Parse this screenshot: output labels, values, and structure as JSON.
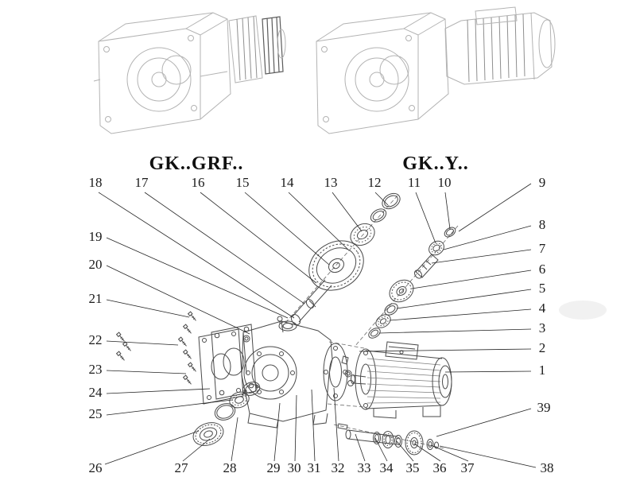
{
  "palette": {
    "background": "#ffffff",
    "drawing_line": "#b3b3b3",
    "part_line": "#4a4a4a",
    "label_color": "#1a1a1a"
  },
  "headings": {
    "left_model": "GK..GRF..",
    "right_model": "GK..Y.."
  },
  "callouts": {
    "top": [
      "18",
      "17",
      "16",
      "15",
      "14",
      "13",
      "12",
      "11",
      "10"
    ],
    "right": [
      "9",
      "8",
      "7",
      "6",
      "5",
      "4",
      "3",
      "2",
      "1",
      "39",
      "38"
    ],
    "left": [
      "19",
      "20",
      "21",
      "22",
      "23",
      "24",
      "25",
      "26"
    ],
    "bottom": [
      "27",
      "28",
      "29",
      "30",
      "31",
      "32",
      "33",
      "34",
      "35",
      "36",
      "37"
    ]
  }
}
